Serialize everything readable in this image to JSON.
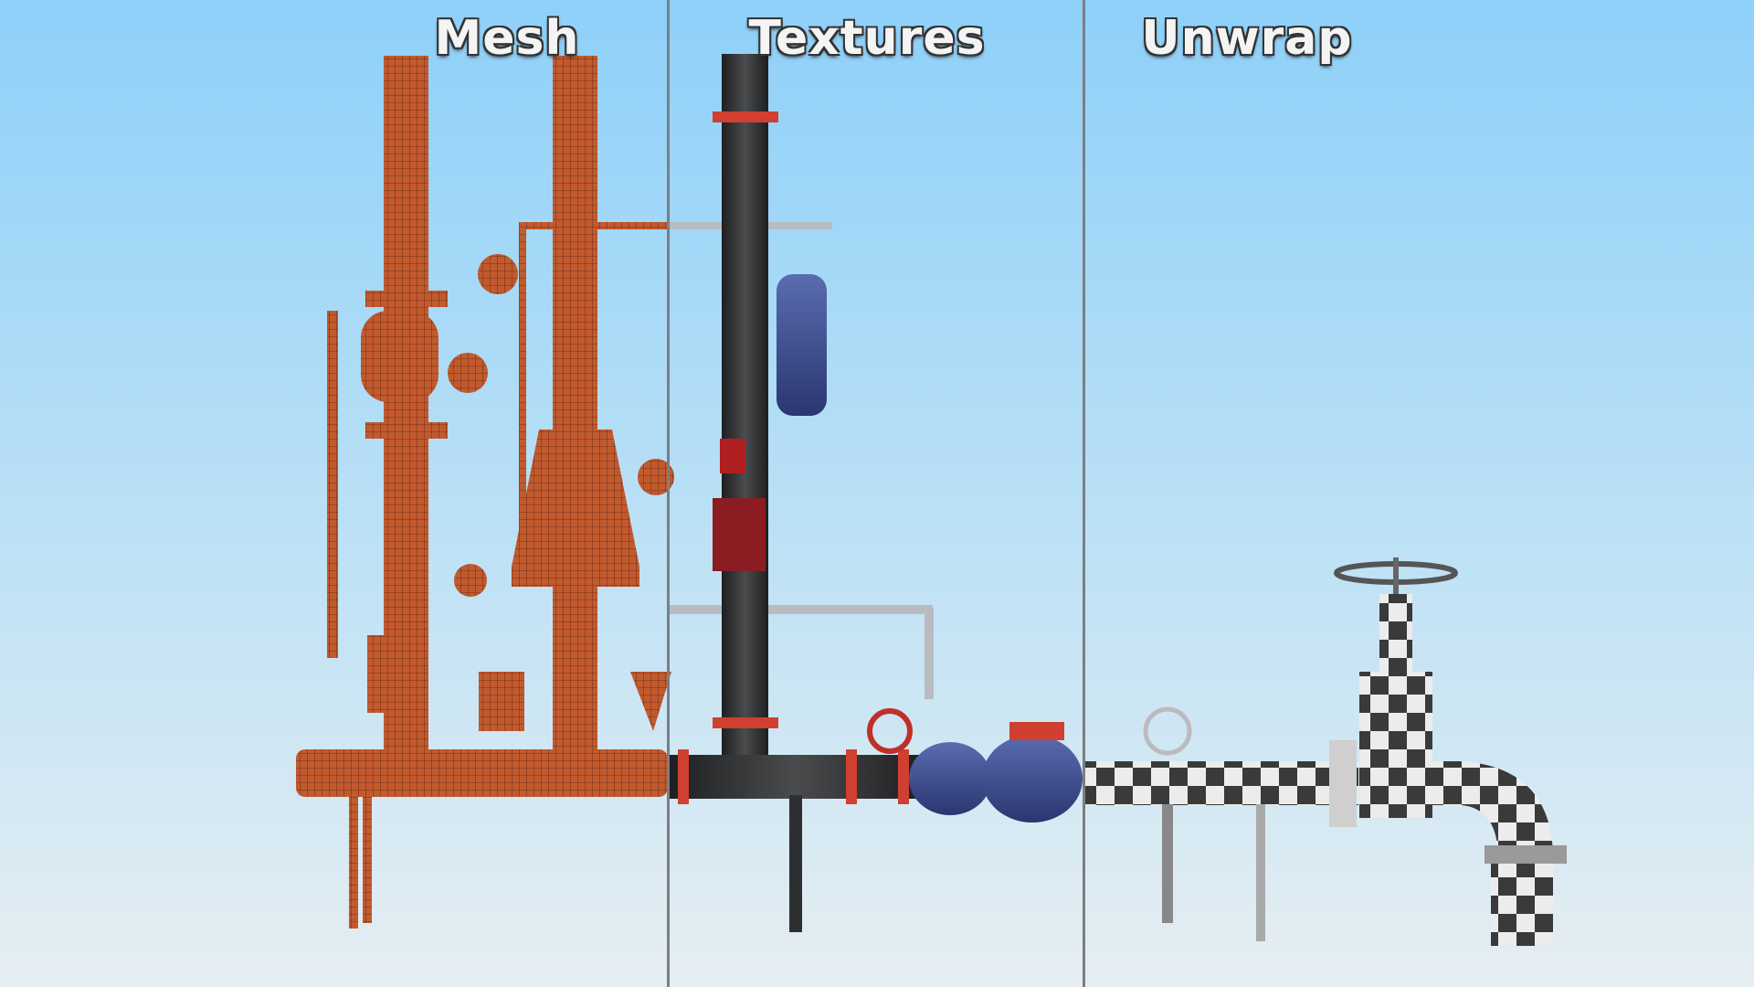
{
  "sections": [
    {
      "label": "Mesh"
    },
    {
      "label": "Textures"
    },
    {
      "label": "Unwrap"
    }
  ],
  "colors": {
    "mesh": "#c0582c",
    "textures_pipe": "#2e2f31",
    "textures_valve": "#3b4c8c",
    "accent_red": "#d04030",
    "unwrap_light": "#e8e8e8",
    "unwrap_dark": "#3a3a3a"
  }
}
